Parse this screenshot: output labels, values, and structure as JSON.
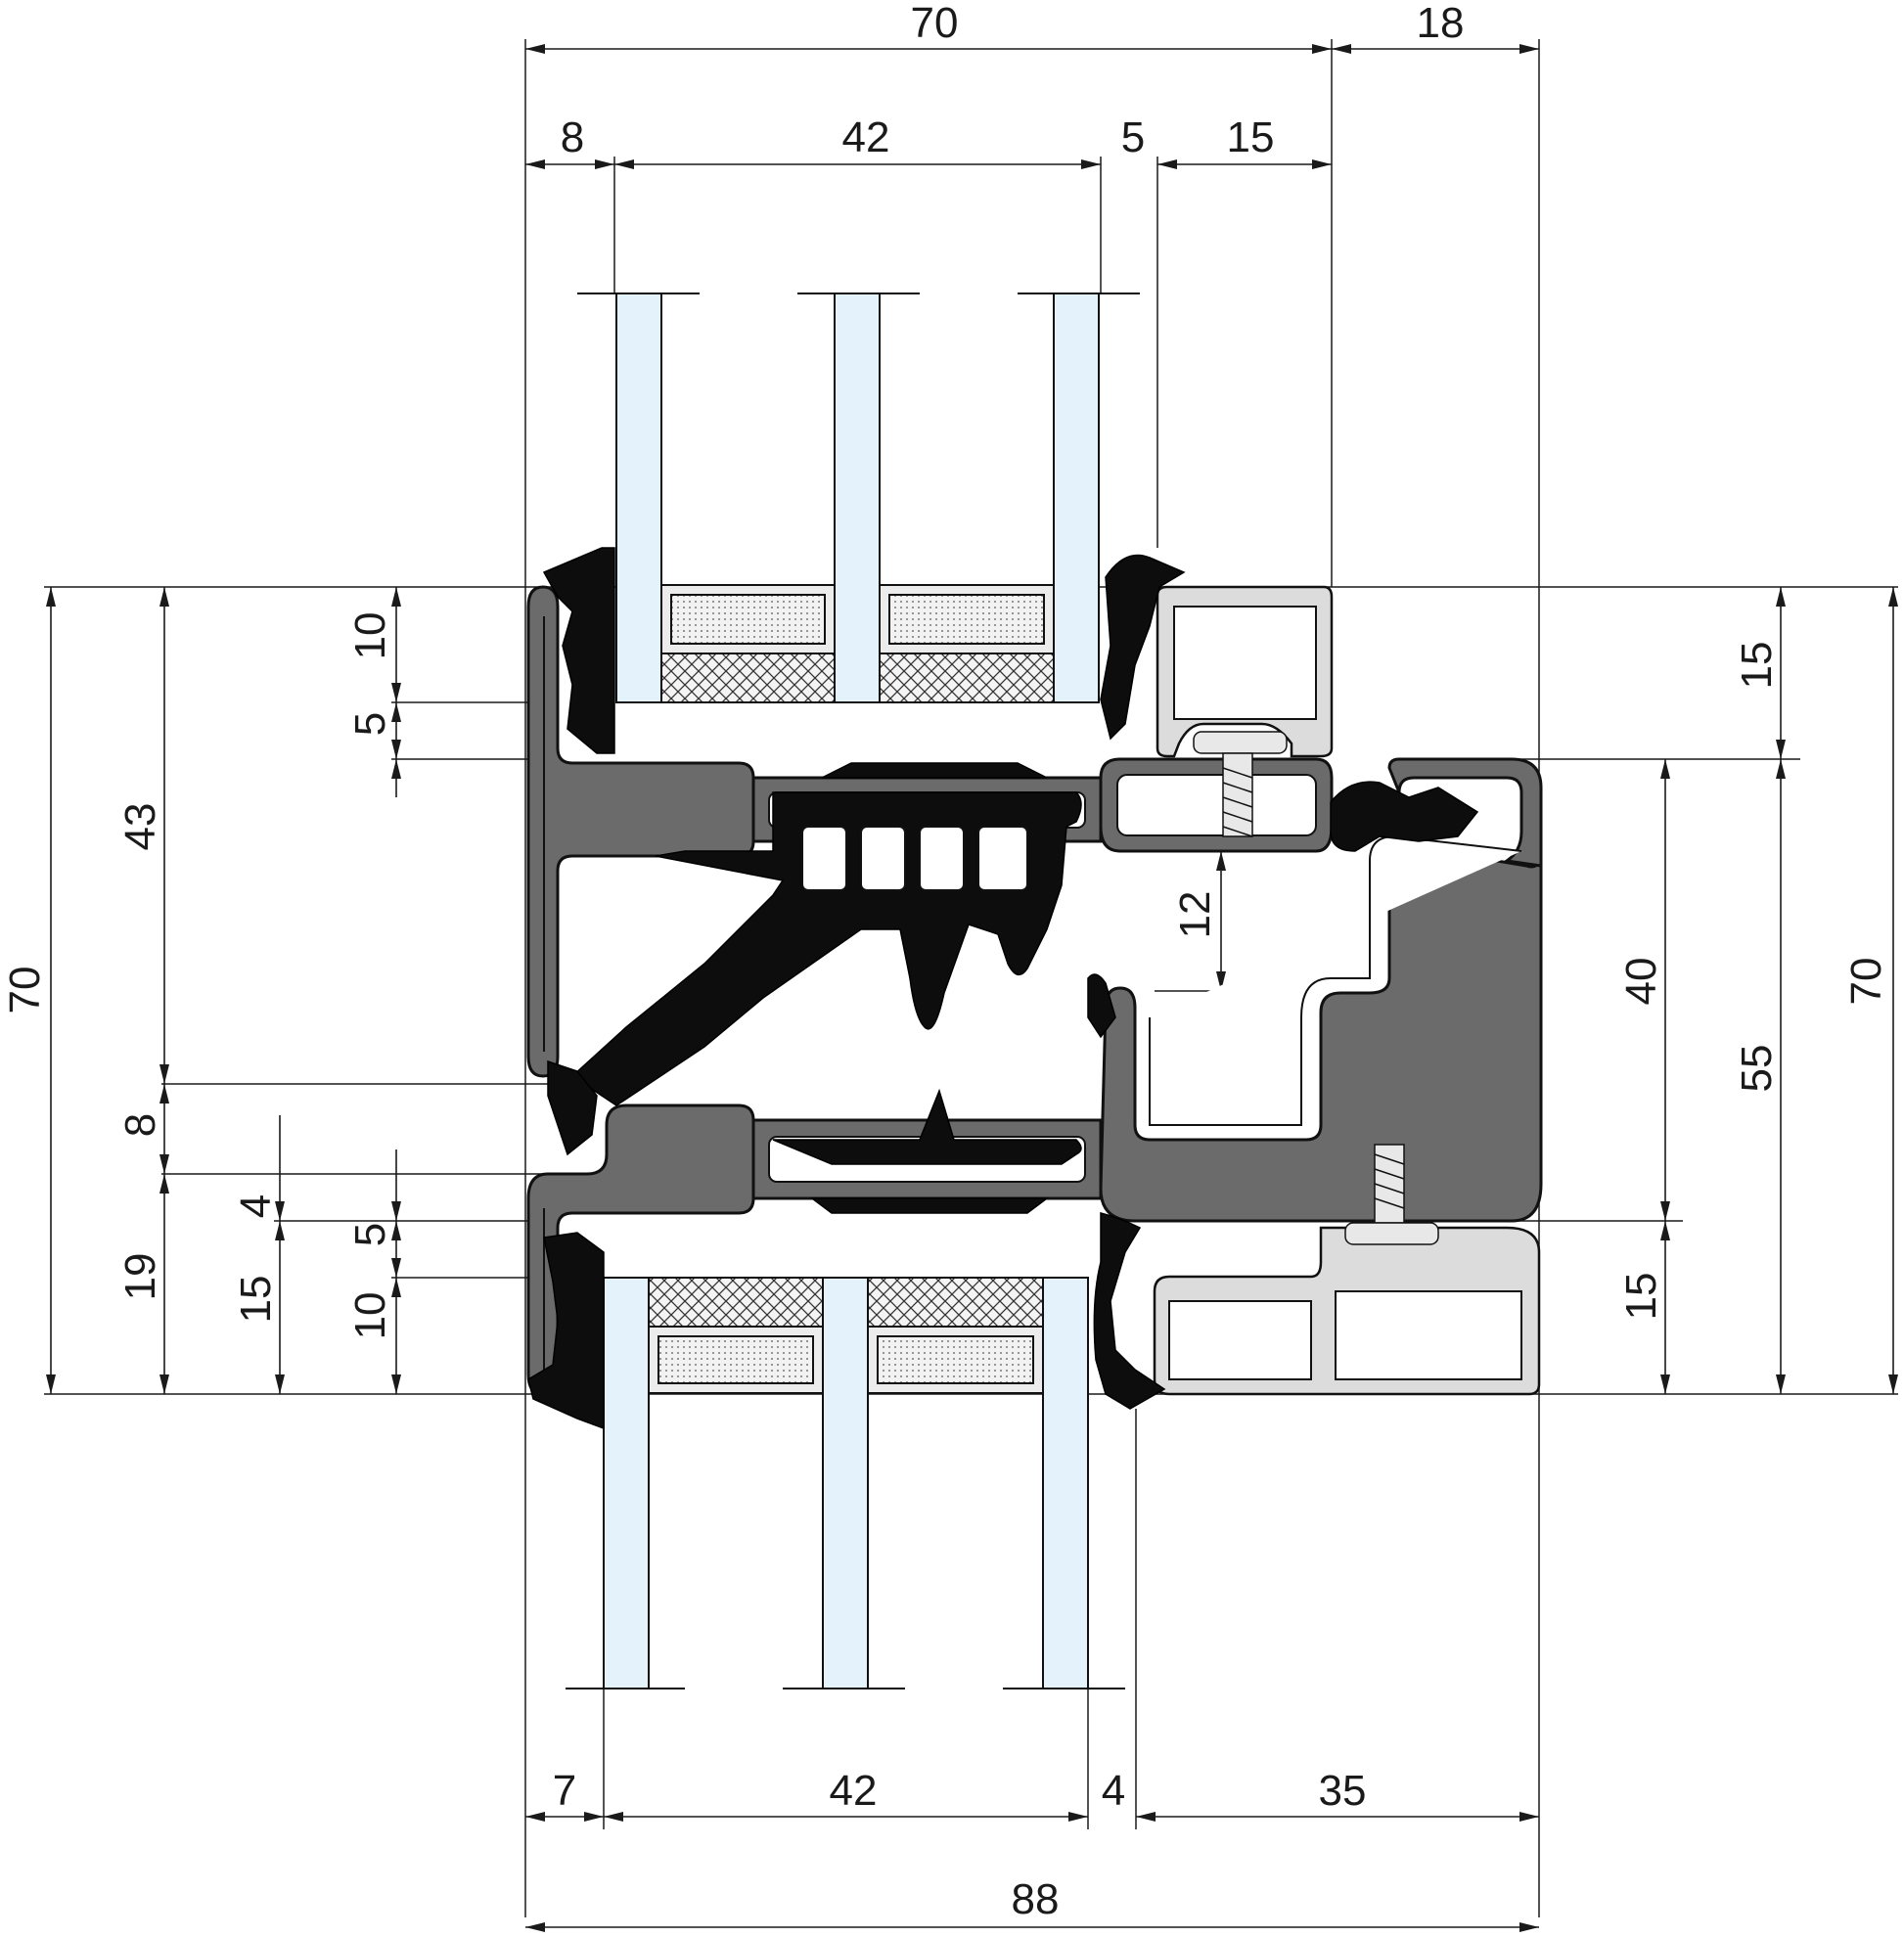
{
  "dimensions": {
    "top_70": "70",
    "top_18": "18",
    "top_8": "8",
    "top_42": "42",
    "top_5": "5",
    "top_15": "15",
    "left_70": "70",
    "left_43": "43",
    "left_8": "8",
    "left_19": "19",
    "left_4": "4",
    "left_15": "15",
    "left_10_top": "10",
    "left_5_top": "5",
    "left_5_bottom": "5",
    "left_10_bottom": "10",
    "center_12": "12",
    "right_15_top": "15",
    "right_40": "40",
    "right_55": "55",
    "right_70": "70",
    "right_15_bottom": "15",
    "bottom_7": "7",
    "bottom_42": "42",
    "bottom_4": "4",
    "bottom_35": "35",
    "bottom_88": "88"
  }
}
